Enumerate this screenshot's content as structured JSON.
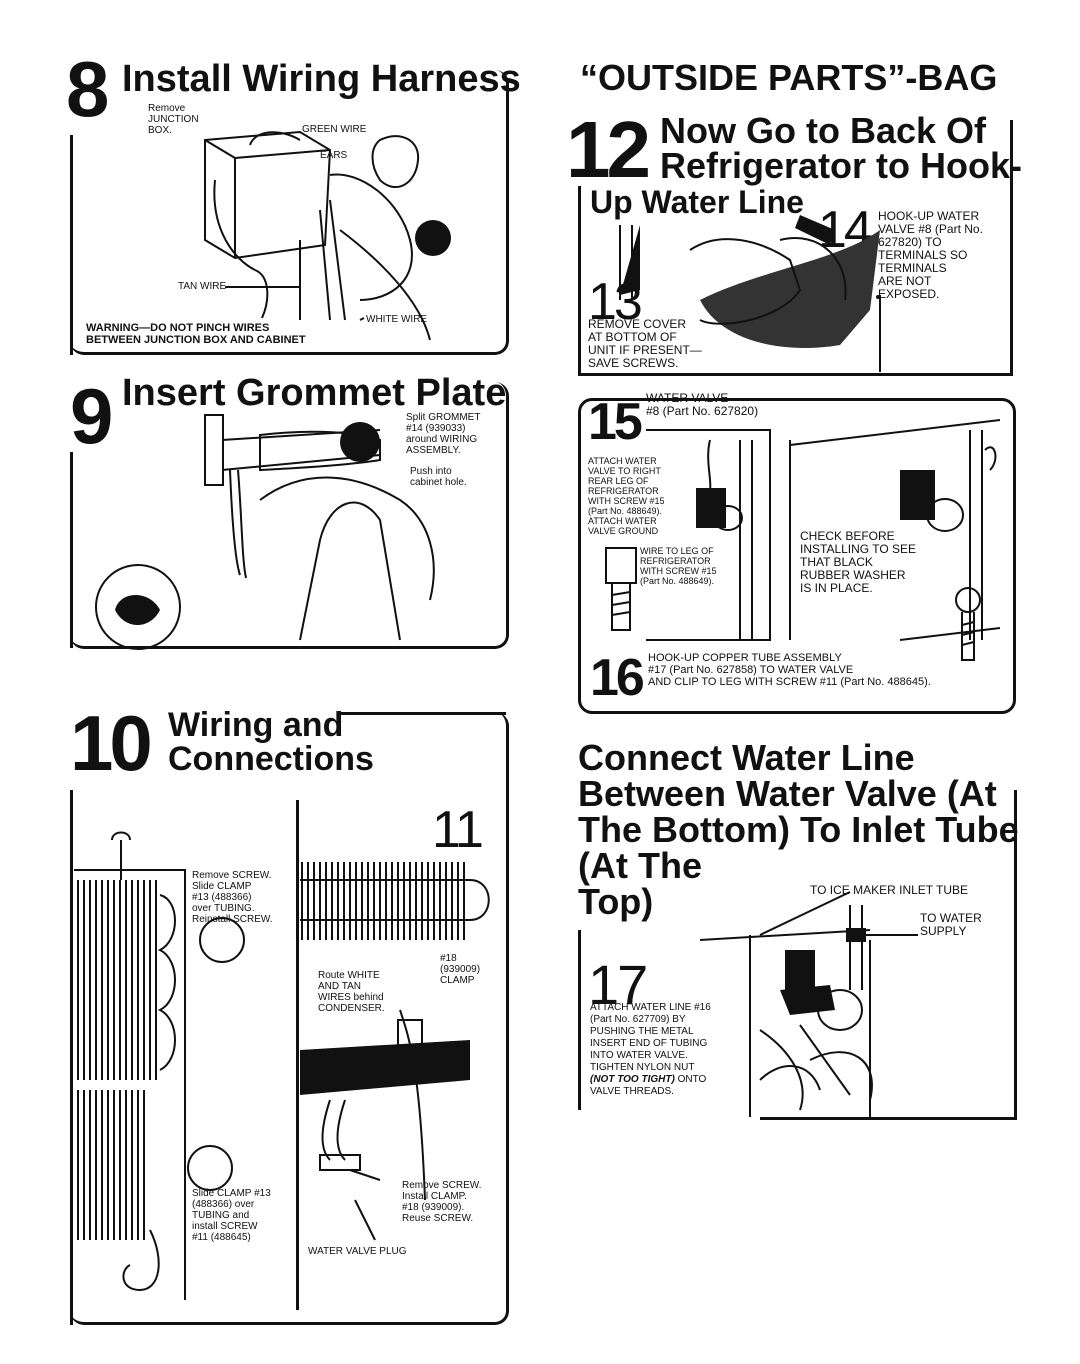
{
  "step8": {
    "number": "8",
    "title": "Install Wiring Harness",
    "labels": {
      "remove": "Remove\nJUNCTION\nBOX.",
      "green": "GREEN WIRE",
      "ears": "EARS",
      "tan": "TAN WIRE",
      "white": "WHITE WIRE"
    },
    "warning": "WARNING—DO NOT PINCH WIRES\nBETWEEN JUNCTION BOX AND CABINET"
  },
  "step9": {
    "number": "9",
    "title": "Insert Grommet Plate",
    "note1": "Split GROMMET\n#14 (939033)\naround WIRING\nASSEMBLY.",
    "note2": "Push into\ncabinet hole."
  },
  "step10": {
    "number": "10",
    "title_line1": "Wiring and",
    "title_line2": "Connections",
    "note_clamp": "Remove SCREW.\nSlide CLAMP\n#13 (488366)\nover TUBING.\nReinstall SCREW.",
    "note_slide": "Slide CLAMP #13\n(488366) over\nTUBING and\ninstall SCREW\n#11 (488645)"
  },
  "step11": {
    "number": "11",
    "route": "Route WHITE\nAND TAN\nWIRES behind\nCONDENSER.",
    "clamp": "#18\n(939009)\nCLAMP",
    "install": "Remove SCREW.\nInstall CLAMP.\n#18 (939009).\nReuse SCREW.",
    "plug": "WATER VALVE PLUG"
  },
  "outside": {
    "heading": "“OUTSIDE PARTS”-BAG"
  },
  "step12": {
    "number": "12",
    "line1": "Now Go to Back Of",
    "line2": "Refrigerator to Hook-",
    "line3": "Up Water Line"
  },
  "step13": {
    "number": "13",
    "text": "REMOVE COVER\nAT BOTTOM OF\nUNIT IF PRESENT—\nSAVE SCREWS."
  },
  "step14": {
    "number": "14",
    "text": "HOOK-UP WATER\nVALVE #8 (Part No.\n627820) TO\nTERMINALS SO\nTERMINALS\nARE NOT\nEXPOSED."
  },
  "step15": {
    "number": "15",
    "header": "WATER VALVE\n#8 (Part No. 627820)",
    "attach": "ATTACH WATER\nVALVE TO RIGHT\nREAR LEG OF\nREFRIGERATOR\nWITH SCREW #15\n(Part No. 488649).\nATTACH WATER\nVALVE GROUND",
    "wire": "WIRE TO LEG OF\nREFRIGERATOR\nWITH SCREW #15\n(Part No. 488649).",
    "check": "CHECK BEFORE\nINSTALLING TO SEE\nTHAT BLACK\nRUBBER WASHER\nIS IN PLACE."
  },
  "step16": {
    "number": "16",
    "text": "HOOK-UP COPPER TUBE ASSEMBLY\n#17 (Part No. 627858) TO WATER VALVE\nAND CLIP TO LEG WITH SCREW #11 (Part No. 488645)."
  },
  "connect": {
    "line1": "Connect Water Line",
    "line2": "Between Water Valve (At",
    "line3": "The Bottom) To Inlet Tube",
    "line4": "(At The",
    "line5": "Top)",
    "ice": "TO ICE MAKER INLET TUBE",
    "supply": "TO WATER\nSUPPLY"
  },
  "step17": {
    "number": "17",
    "text_a": "ATTACH WATER LINE #16\n(Part No. 627709) BY\nPUSHING THE METAL\nINSERT END OF TUBING\nINTO WATER VALVE.\nTIGHTEN NYLON NUT",
    "text_b": "(NOT TOO TIGHT)",
    "text_c": " ONTO",
    "text_d": "VALVE THREADS."
  }
}
